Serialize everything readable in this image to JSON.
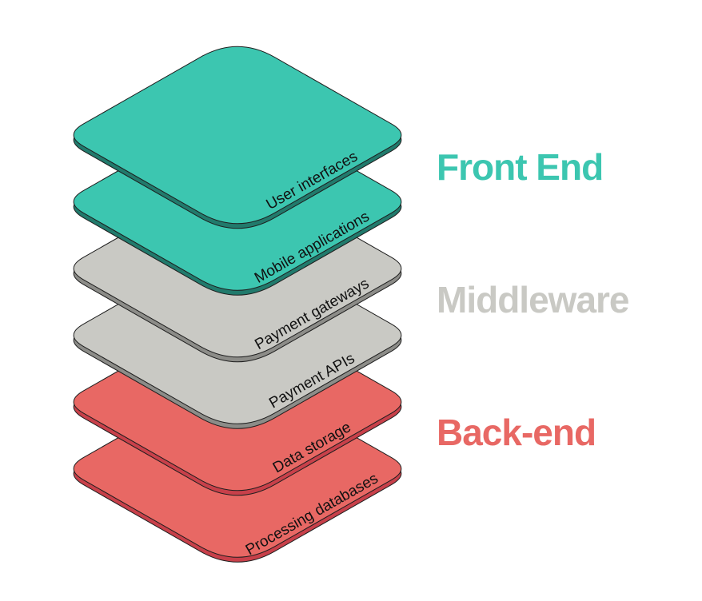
{
  "diagram": {
    "layers": [
      {
        "label": "User interfaces",
        "group": "front"
      },
      {
        "label": "Mobile applications",
        "group": "front"
      },
      {
        "label": "Payment gateways",
        "group": "middle"
      },
      {
        "label": "Payment APIs",
        "group": "middle"
      },
      {
        "label": "Data storage",
        "group": "back"
      },
      {
        "label": "Processing databases",
        "group": "back"
      }
    ],
    "groups": {
      "front": {
        "title": "Front End",
        "color": "#3CC6B0",
        "edge": "#217A6C"
      },
      "middle": {
        "title": "Middleware",
        "color": "#C9C9C4",
        "edge": "#8C8C88"
      },
      "back": {
        "title": "Back-end",
        "color": "#E86864",
        "edge": "#C8404A"
      }
    }
  }
}
